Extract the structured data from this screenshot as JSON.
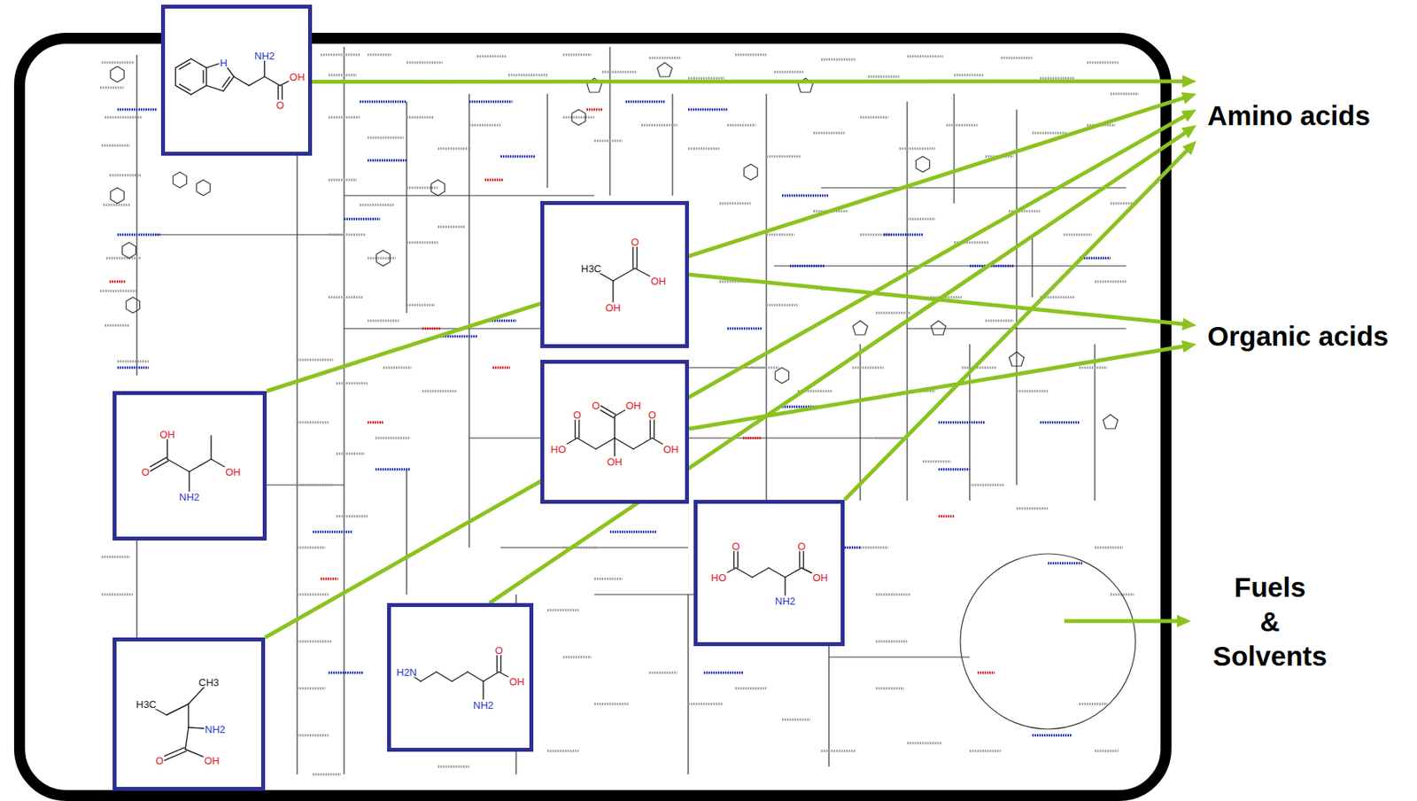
{
  "diagram": {
    "nodes": [
      {
        "text": [
          "H",
          "NH2",
          "OH",
          "O"
        ]
      },
      {
        "text": [
          "O",
          "H3C",
          "OH",
          "OH"
        ]
      },
      {
        "text": [
          "OH",
          "O",
          "OH",
          "NH2"
        ]
      },
      {
        "text": [
          "O",
          "OH",
          "O",
          "O",
          "HO",
          "OH",
          "OH"
        ]
      },
      {
        "text": [
          "O",
          "O",
          "HO",
          "OH",
          "NH2"
        ]
      },
      {
        "text": [
          "O",
          "H2N",
          "OH",
          "NH2"
        ]
      },
      {
        "text": [
          "CH3",
          "H3C",
          "NH2",
          "O",
          "OH"
        ]
      },
      {
        "text": [
          "Amino acids"
        ]
      },
      {
        "text": [
          "Organic acids"
        ]
      },
      {
        "text": [
          "Fuels & Solvents"
        ]
      }
    ],
    "edges": [
      {
        "from": 0,
        "to": 7,
        "arrow": "to"
      },
      {
        "from": 2,
        "to": 7,
        "arrow": "to"
      },
      {
        "from": 6,
        "to": 7,
        "arrow": "to"
      },
      {
        "from": 5,
        "to": 7,
        "arrow": "to"
      },
      {
        "from": 4,
        "to": 7,
        "arrow": "to"
      },
      {
        "from": 1,
        "to": 8,
        "arrow": "to"
      },
      {
        "from": 3,
        "to": 8,
        "arrow": "to"
      }
    ]
  }
}
